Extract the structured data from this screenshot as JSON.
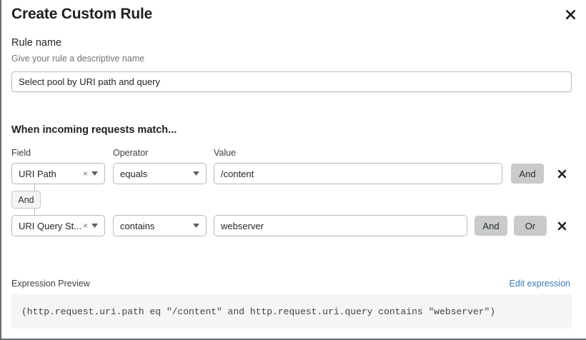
{
  "dialog": {
    "title": "Create Custom Rule",
    "close_icon": "close-icon"
  },
  "rule_name": {
    "label": "Rule name",
    "hint": "Give your rule a descriptive name",
    "value": "Select pool by URI path and query",
    "placeholder": "Give your rule a descriptive name"
  },
  "conditions": {
    "section_title": "When incoming requests match...",
    "columns": {
      "field": "Field",
      "operator": "Operator",
      "value": "Value"
    },
    "connector": {
      "label": "And"
    },
    "rows": [
      {
        "field": "URI Path",
        "operator": "equals",
        "value": "/content",
        "clear_icon": "×",
        "buttons": [
          "And"
        ],
        "delete_icon": "close-icon"
      },
      {
        "field": "URI Query St...",
        "operator": "contains",
        "value": "webserver",
        "clear_icon": "×",
        "buttons": [
          "And",
          "Or"
        ],
        "delete_icon": "close-icon"
      }
    ]
  },
  "expression": {
    "label": "Expression Preview",
    "edit_link": "Edit expression",
    "text": "(http.request.uri.path eq \"/content\" and http.request.uri.query contains \"webserver\")"
  },
  "colors": {
    "accent_link": "#3a78b5",
    "button_gray": "#c8cacb",
    "expression_bg": "#f5f5f5",
    "border": "#b6b9bd"
  }
}
